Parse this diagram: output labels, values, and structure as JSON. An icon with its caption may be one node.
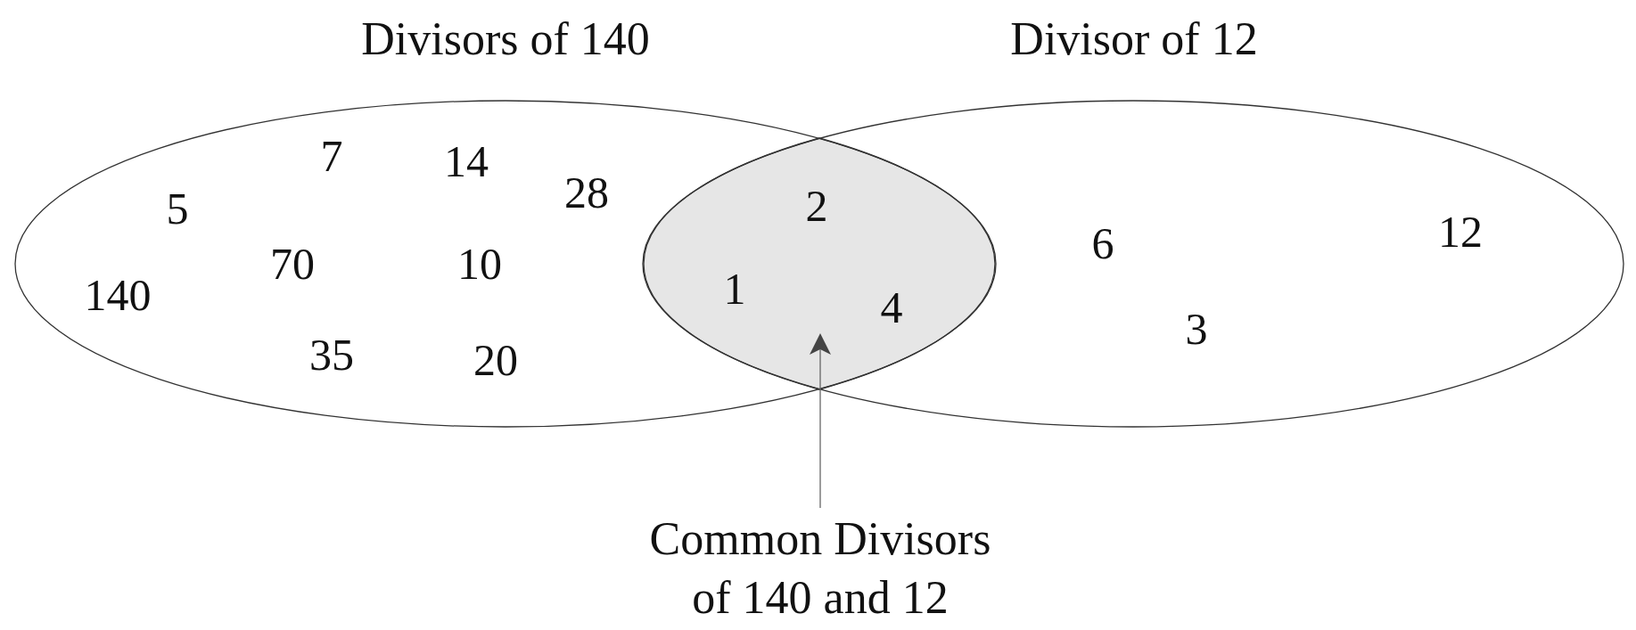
{
  "diagram": {
    "nodes": [
      {
        "text": [
          "Divisors of 140",
          "7",
          "14",
          "28",
          "5",
          "70",
          "10",
          "140",
          "35",
          "20"
        ]
      },
      {
        "text": [
          "Divisor of 12",
          "12",
          "6",
          "3"
        ]
      },
      {
        "text": [
          "2",
          "1",
          "4"
        ]
      },
      {
        "text": [
          "Common Divisors of 140 and 12"
        ]
      }
    ],
    "edges": [
      {
        "from": 3,
        "to": 2,
        "arrow": "to"
      }
    ]
  }
}
